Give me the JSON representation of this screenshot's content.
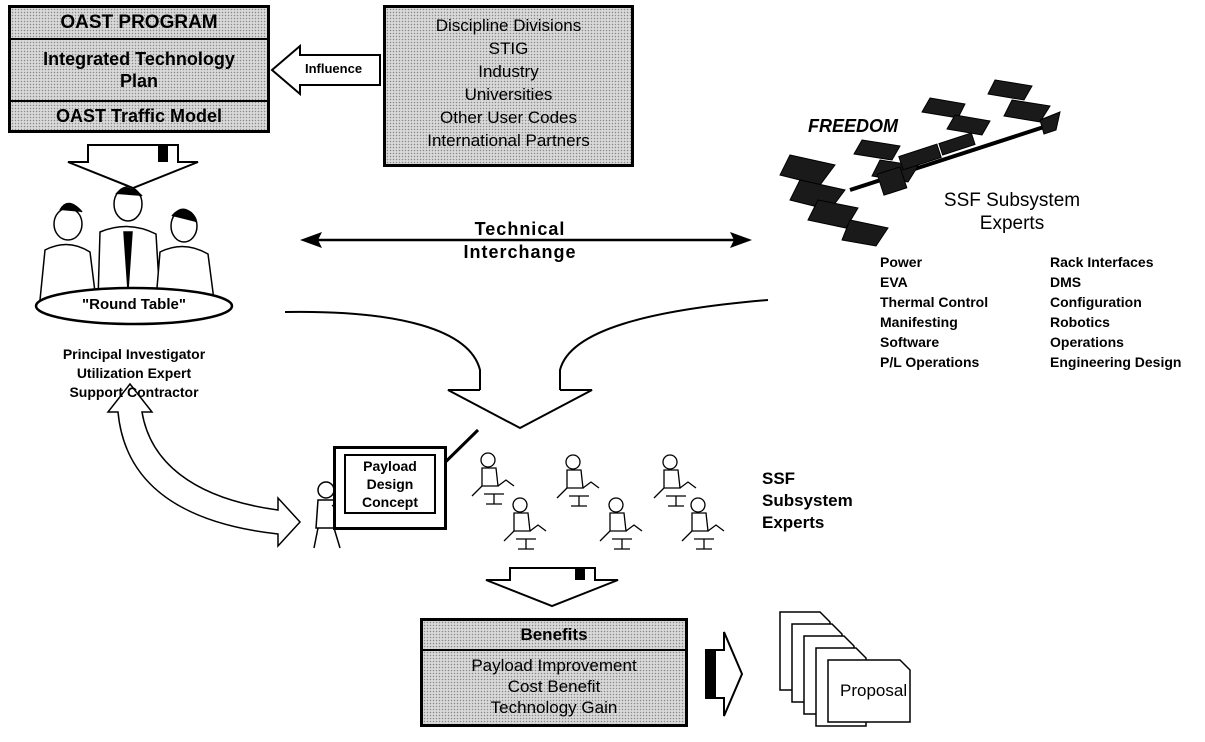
{
  "oast_box": {
    "header": "OAST PROGRAM",
    "plan": "Integrated Technology Plan",
    "traffic": "OAST Traffic Model"
  },
  "influence_label": "Influence",
  "sources": [
    "Discipline Divisions",
    "STIG",
    "Industry",
    "Universities",
    "Other User Codes",
    "International Partners"
  ],
  "freedom_label": "FREEDOM",
  "ssf_experts_top": "SSF Subsystem Experts",
  "technical_interchange": "Technical Interchange",
  "round_table_label": "\"Round Table\"",
  "round_table_roles": [
    "Principal Investigator",
    "Utilization Expert",
    "Support Contractor"
  ],
  "subsystems_left": [
    "Power",
    "EVA",
    "Thermal Control",
    "Manifesting",
    "Software",
    "P/L Operations"
  ],
  "subsystems_right": [
    "Rack Interfaces",
    "DMS",
    "Configuration",
    "Robotics",
    "Operations",
    "Engineering Design"
  ],
  "payload_concept": "Payload Design Concept",
  "ssf_experts_bottom": "SSF Subsystem Experts",
  "benefits": {
    "header": "Benefits",
    "items": [
      "Payload Improvement",
      "Cost Benefit",
      "Technology Gain"
    ]
  },
  "proposal_label": "Proposal"
}
